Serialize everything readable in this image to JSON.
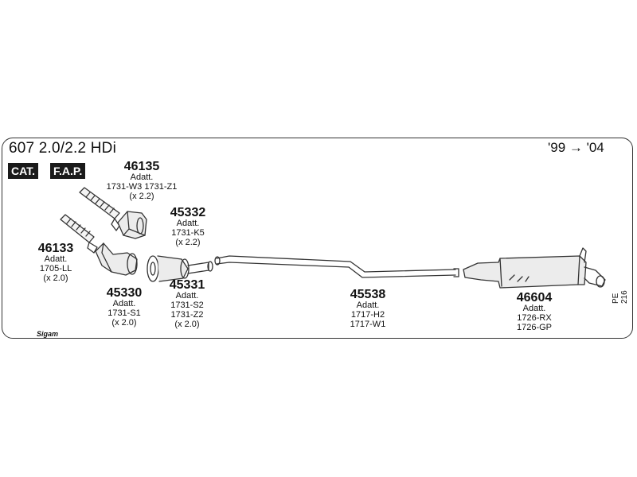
{
  "header": {
    "title": "607 2.0/2.2 HDi",
    "years": "'99 → '04",
    "badges": [
      "CAT.",
      "F.A.P."
    ]
  },
  "parts": {
    "p46135": {
      "number": "46135",
      "lines": [
        "Adatt.",
        "1731-W3   1731-Z1",
        "(x 2.2)"
      ]
    },
    "p45332": {
      "number": "45332",
      "lines": [
        "Adatt.",
        "1731-K5",
        "(x 2.2)"
      ]
    },
    "p46133": {
      "number": "46133",
      "lines": [
        "Adatt.",
        "1705-LL",
        "(x 2.0)"
      ]
    },
    "p45330": {
      "number": "45330",
      "lines": [
        "Adatt.",
        "1731-S1",
        "(x 2.0)"
      ]
    },
    "p45331": {
      "number": "45331",
      "lines": [
        "Adatt.",
        "1731-S2",
        "1731-Z2",
        "(x 2.0)"
      ]
    },
    "p45538": {
      "number": "45538",
      "lines": [
        "Adatt.",
        "1717-H2",
        "1717-W1"
      ]
    },
    "p46604": {
      "number": "46604",
      "lines": [
        "Adatt.",
        "1726-RX",
        "1726-GP"
      ]
    }
  },
  "footer": {
    "diagram_code": "PE 216",
    "logo_text": "Sigam"
  },
  "colors": {
    "line": "#333333",
    "badge_bg": "#1a1a1a",
    "badge_text": "#ffffff"
  }
}
